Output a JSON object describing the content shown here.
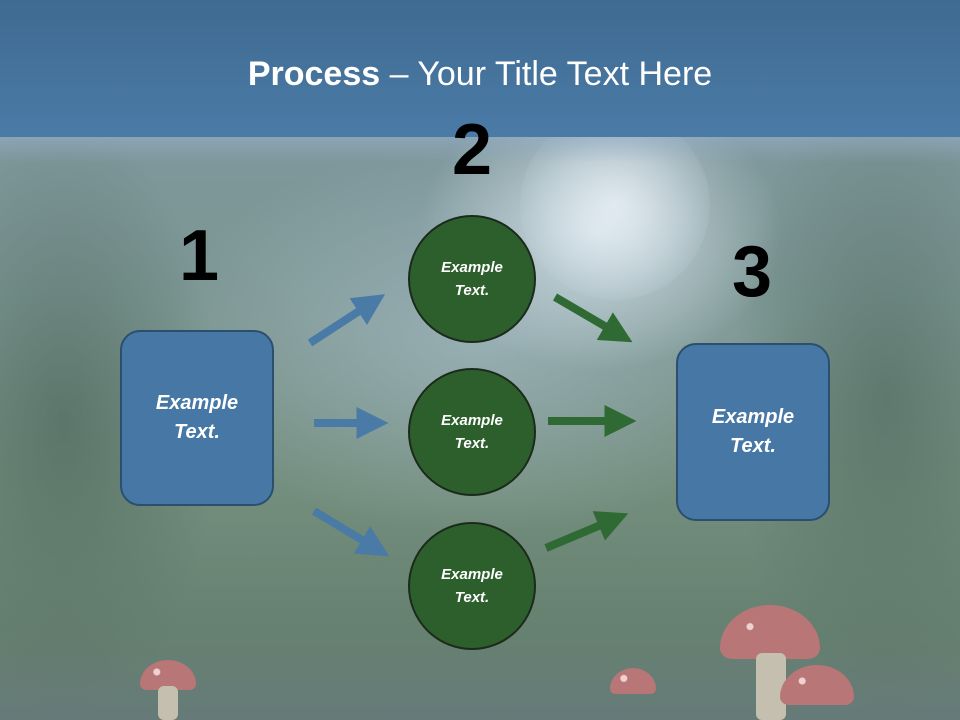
{
  "slide": {
    "title_bold": "Process",
    "title_rest": " – Your Title Text Here"
  },
  "steps": {
    "one": "1",
    "two": "2",
    "three": "3"
  },
  "boxes": {
    "left": "Example Text.",
    "right": "Example Text."
  },
  "circles": [
    "Example Text.",
    "Example Text.",
    "Example Text."
  ],
  "colors": {
    "header": "#4a7ba6",
    "box_fill": "#4677a5",
    "circle_fill": "#2d5f2d",
    "blue_arrow": "#4a7ba6",
    "green_arrow": "#2f6a34"
  }
}
